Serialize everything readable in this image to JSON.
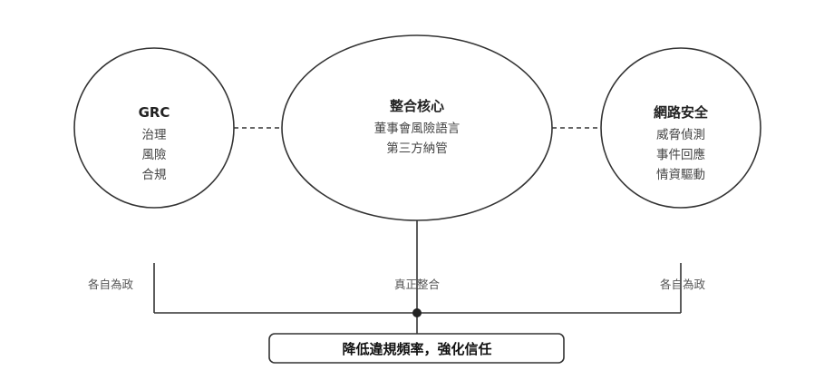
{
  "nodes": {
    "grc": {
      "title": "GRC",
      "lines": [
        "治理",
        "風險",
        "合規"
      ]
    },
    "core": {
      "title": "整合核心",
      "lines": [
        "董事會風險語言",
        "第三方納管"
      ]
    },
    "cyber": {
      "title": "網路安全",
      "lines": [
        "威脅偵測",
        "事件回應",
        "情資驅動"
      ]
    }
  },
  "branch_labels": {
    "left": "各自為政",
    "center": "真正整合",
    "right": "各自為政"
  },
  "result": "降低違規頻率，強化信任"
}
